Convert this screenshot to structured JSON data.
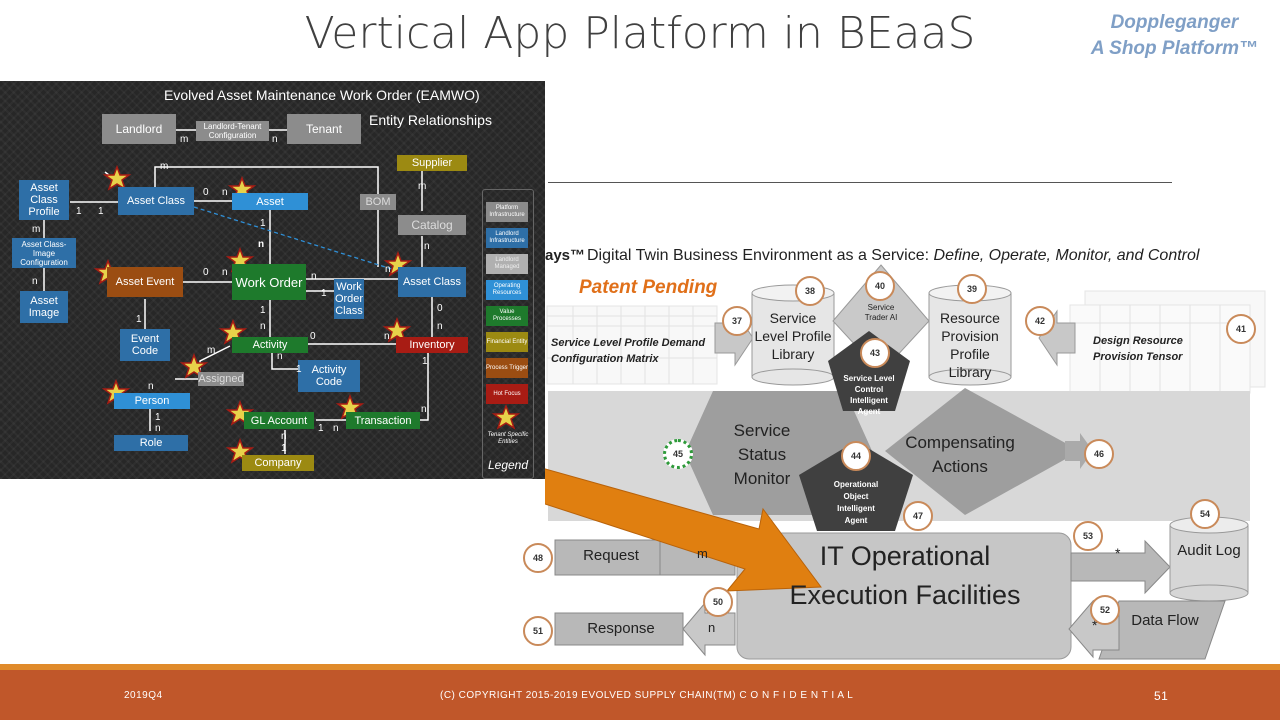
{
  "slide": {
    "title": "Vertical App Platform in BEaaS",
    "brand_line1": "Doppleganger",
    "brand_line2": "A Shop Platform™",
    "footer_left": "2019Q4",
    "footer_center": "(C) COPYRIGHT 2015-2019 EVOLVED SUPPLY CHAIN(TM) C O N F I D E N T I A L",
    "footer_page": "51"
  },
  "eamwo": {
    "title": "Evolved Asset Maintenance Work Order (EAMWO)",
    "subtitle": "Entity Relationships",
    "boxes": {
      "landlord": "Landlord",
      "llt_config": "Landlord-Tenant Configuration",
      "tenant": "Tenant",
      "supplier": "Supplier",
      "asset_class_profile": "Asset Class Profile",
      "asset_class_top": "Asset Class",
      "asset": "Asset",
      "bom": "BOM",
      "catalog": "Catalog",
      "asset_class_image_config": "Asset Class-Image Configuration",
      "asset_event": "Asset Event",
      "work_order": "Work Order",
      "work_order_class": "Work Order Class",
      "asset_class_right": "Asset Class",
      "asset_image": "Asset Image",
      "event_code": "Event Code",
      "activity": "Activity",
      "inventory": "Inventory",
      "assigned": "Assigned",
      "activity_code": "Activity Code",
      "person": "Person",
      "gl_account": "GL Account",
      "transaction": "Transaction",
      "role": "Role",
      "company": "Company"
    },
    "legend": {
      "items": [
        "Platform Infrastructure",
        "Landlord Infrastructure",
        "Landlord Managed",
        "Operating Resources",
        "Value Processes",
        "Financial Entity",
        "Process Trigger",
        "Hot Focus"
      ],
      "star_label": "Tenant Specific Entities",
      "title": "Legend"
    },
    "multiplicities": {
      "m": "m",
      "n": "n",
      "one": "1",
      "zero": "0"
    }
  },
  "twin": {
    "heading_prefix": "ays™",
    "heading": "Digital Twin Business Environment as a Service:",
    "heading_italic": "Define, Operate, Monitor, and Control",
    "patent": "Patent Pending",
    "service_level_profile_demand": "Service Level Profile Demand Configuration Matrix",
    "design_resource_tensor": "Design Resource Provision Tensor",
    "service_level_profile_library": "Service Level Profile Library",
    "service_trader_ai": "Service Trader AI",
    "resource_provision_profile_library": "Resource Provision Profile Library",
    "service_level_control_agent": "Service Level Control Intelligent Agent",
    "service_status_monitor": "Service Status Monitor",
    "compensating_actions": "Compensating Actions",
    "operational_object_agent": "Operational Object Intelligent Agent",
    "it_operational": "IT Operational Execution Facilities",
    "request": "Request",
    "response": "Response",
    "audit_log": "Audit Log",
    "data_flow": "Data Flow",
    "m": "m",
    "n": "n",
    "star": "*",
    "numbers": {
      "n37": "37",
      "n38": "38",
      "n39": "39",
      "n40": "40",
      "n41": "41",
      "n42": "42",
      "n43": "43",
      "n44": "44",
      "n45": "45",
      "n46": "46",
      "n47": "47",
      "n48": "48",
      "n50": "50",
      "n51": "51",
      "n52": "52",
      "n53": "53",
      "n54": "54"
    }
  },
  "colors": {
    "footer": "#c0572a",
    "arrow": "#e07f10",
    "panel": "#272727",
    "blue_box": "#2e6fa7",
    "red_box": "#a81c14",
    "green_box": "#1e7a2c"
  }
}
